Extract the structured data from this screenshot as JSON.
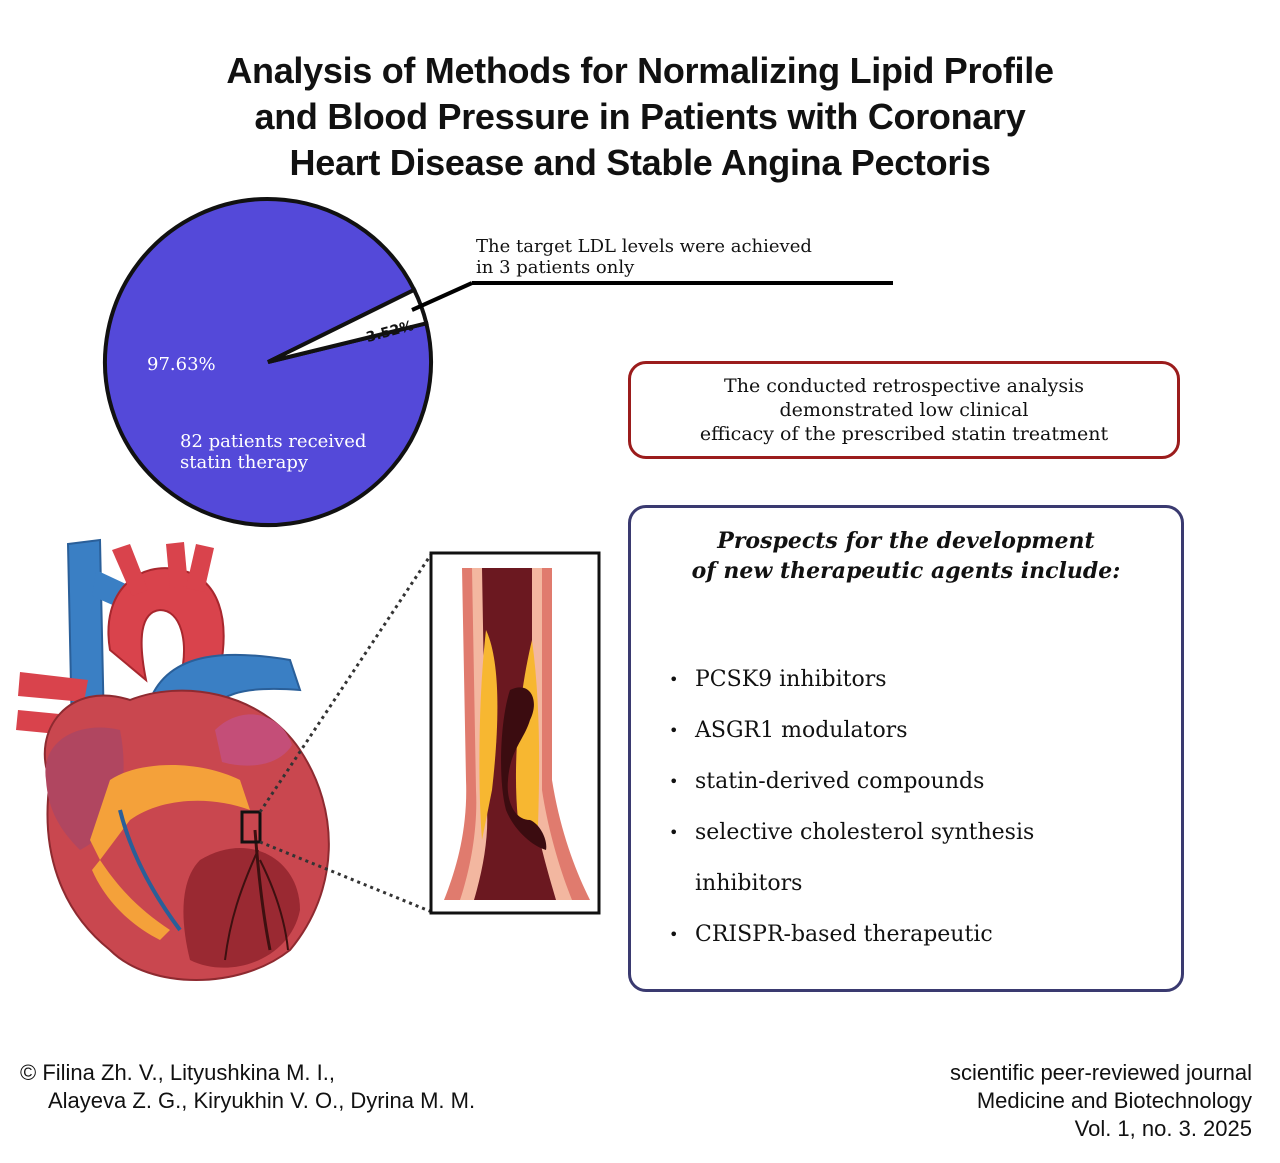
{
  "title": {
    "line1": "Analysis of Methods for Normalizing Lipid Profile",
    "line2": "and Blood Pressure in Patients with Coronary",
    "line3": "Heart Disease and Stable Angina Pectoris"
  },
  "chart_data": {
    "type": "pie",
    "slices": [
      {
        "label": "97.63%",
        "value": 97.63,
        "color": "#5449d9"
      },
      {
        "label": "3.52%",
        "value": 3.52,
        "color": "#ffffff"
      }
    ],
    "annotations": {
      "large_slice_desc_line1": "82 patients received",
      "large_slice_desc_line2": "statin therapy",
      "callout_line1": "The target LDL levels were achieved",
      "callout_line2": "in 3 patients only"
    }
  },
  "conclusion": {
    "line1": "The conducted retrospective analysis",
    "line2": "demonstrated low clinical",
    "line3": "efficacy of the prescribed statin treatment"
  },
  "prospects": {
    "title_line1": "Prospects for the development",
    "title_line2": "of new therapeutic agents include:",
    "bullet": "•",
    "items": [
      "PCSK9 inhibitors",
      "ASGR1 modulators",
      "statin-derived compounds",
      "selective cholesterol synthesis",
      "CRISPR-based therapeutic"
    ],
    "item4_cont": "inhibitors"
  },
  "footer": {
    "authors_line1": "© Filina Zh. V., Lityushkina M. I.,",
    "authors_line2": "Alayeva Z. G., Kiryukhin V. O., Dyrina M. M.",
    "journal_line1": "scientific peer-reviewed journal",
    "journal_line2": "Medicine and Biotechnology",
    "journal_line3": "Vol. 1, no. 3. 2025"
  },
  "colors": {
    "pie_main": "#5449d9",
    "conclusion_border": "#9b1c1c",
    "prospects_border": "#3a3a70"
  }
}
